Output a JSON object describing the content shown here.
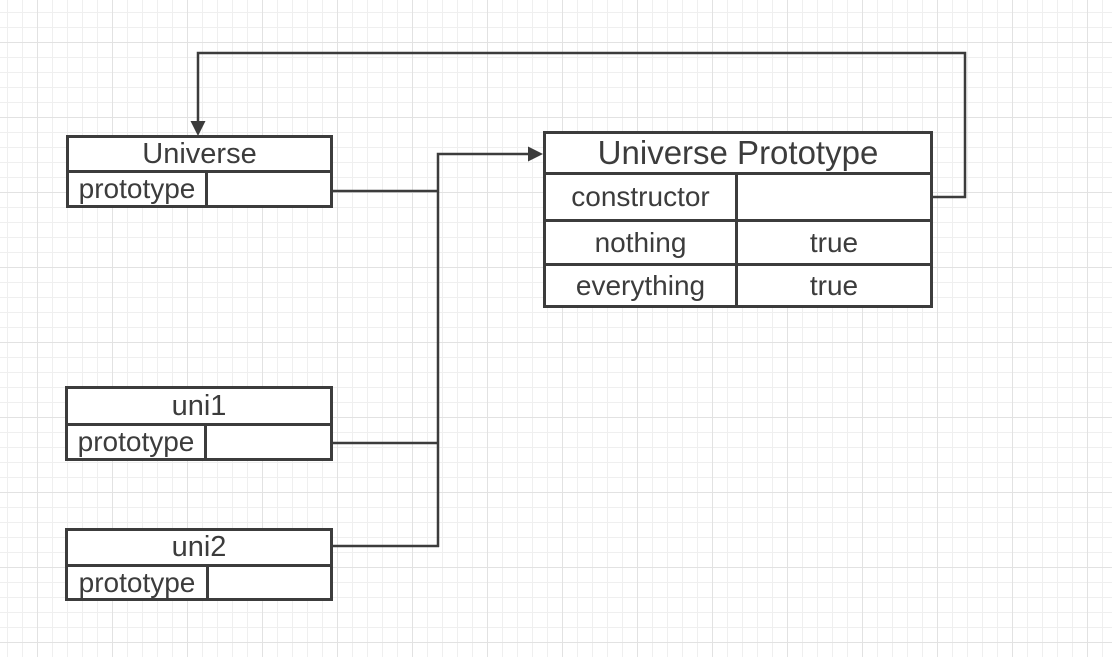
{
  "diagram": {
    "type": "prototype-relationship-diagram",
    "colors": {
      "stroke": "#3c3c3c",
      "text": "#3c3c3c",
      "canvas_background": "#ffffff",
      "grid_minor": "#efefef",
      "grid_major": "#e2e2e2"
    },
    "boxes": {
      "universe": {
        "title": "Universe",
        "rows": [
          {
            "key": "prototype",
            "value": ""
          }
        ]
      },
      "universe_prototype": {
        "title": "Universe Prototype",
        "rows": [
          {
            "key": "constructor",
            "value": ""
          },
          {
            "key": "nothing",
            "value": "true"
          },
          {
            "key": "everything",
            "value": "true"
          }
        ]
      },
      "uni1": {
        "title": "uni1",
        "rows": [
          {
            "key": "prototype",
            "value": ""
          }
        ]
      },
      "uni2": {
        "title": "uni2",
        "rows": [
          {
            "key": "prototype",
            "value": ""
          }
        ]
      }
    },
    "connectors": [
      {
        "name": "universe-prototype-to-trunk",
        "from": "Universe.prototype",
        "to": "trunk",
        "arrow": "none"
      },
      {
        "name": "trunk-to-universe-prototype-box",
        "from": "trunk",
        "to": "Universe Prototype",
        "arrow": "right"
      },
      {
        "name": "uni1-prototype-to-trunk",
        "from": "uni1.prototype",
        "to": "trunk",
        "arrow": "none"
      },
      {
        "name": "uni2-to-trunk",
        "from": "uni2",
        "to": "trunk",
        "arrow": "none"
      },
      {
        "name": "constructor-loop-to-universe",
        "from": "Universe Prototype.constructor",
        "to": "Universe",
        "arrow": "down"
      }
    ]
  }
}
